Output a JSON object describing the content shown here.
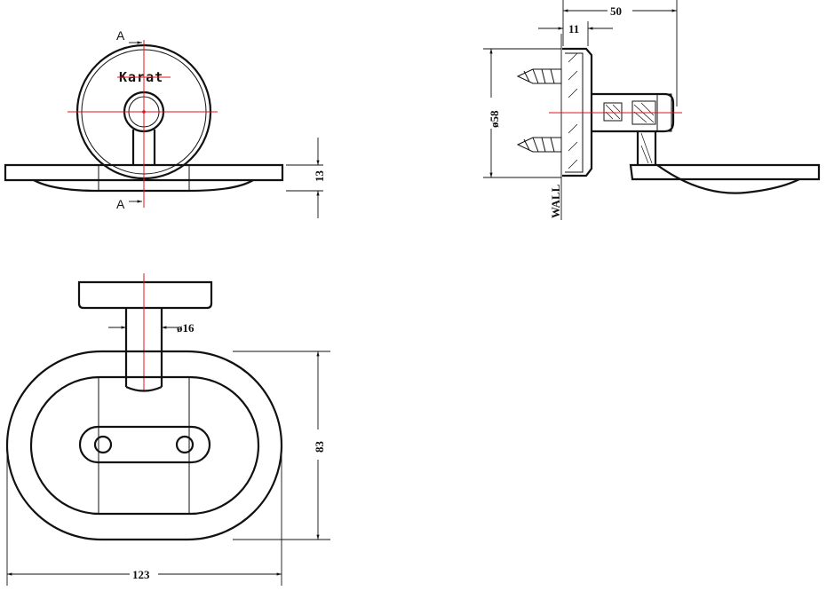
{
  "front_view": {
    "brand_text": "Karat",
    "section_label_top": "A",
    "section_label_bottom": "A",
    "dim_height": "13"
  },
  "side_view": {
    "dim_total_depth": "50",
    "dim_plate_depth": "11",
    "dim_diameter": "ø58",
    "wall_label": "WALL"
  },
  "top_view": {
    "dim_rod_diameter": "ø16",
    "dim_depth": "83",
    "dim_width": "123"
  }
}
